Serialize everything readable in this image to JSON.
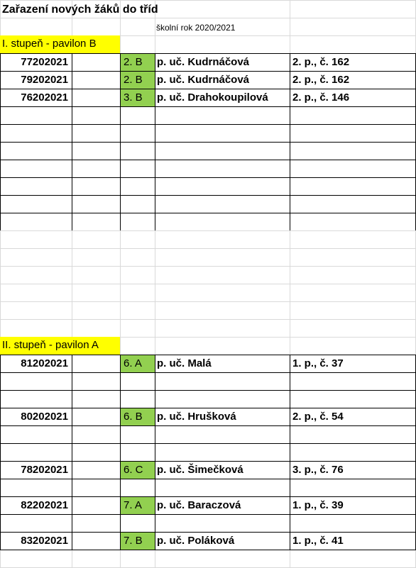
{
  "title": "Zařazení nových žáků do tříd",
  "subtitle": "školní rok 2020/2021",
  "sections": [
    {
      "label": "I. stupeň - pavilon B",
      "rows": [
        {
          "id": "77202021",
          "class": "2. B",
          "teacher": "p. uč. Kudrnáčová",
          "room": "2. p., č. 162"
        },
        {
          "id": "79202021",
          "class": "2. B",
          "teacher": "p. uč. Kudrnáčová",
          "room": "2. p., č. 162"
        },
        {
          "id": "76202021",
          "class": "3. B",
          "teacher": "p. uč. Drahokoupilová",
          "room": "2. p., č. 146"
        }
      ]
    },
    {
      "label": "II. stupeň - pavilon A",
      "rows": [
        {
          "id": "81202021",
          "class": "6. A",
          "teacher": "p. uč. Malá",
          "room": "1. p., č. 37"
        },
        {
          "id": "80202021",
          "class": "6. B",
          "teacher": "p. uč. Hrušková",
          "room": "2. p., č. 54"
        },
        {
          "id": "78202021",
          "class": "6. C",
          "teacher": "p. uč. Šimečková",
          "room": "3. p., č. 76"
        },
        {
          "id": "82202021",
          "class": "7. A",
          "teacher": "p. uč. Baraczová",
          "room": "1. p., č. 39"
        },
        {
          "id": "83202021",
          "class": "7. B",
          "teacher": "p. uč. Poláková",
          "room": "1. p., č. 41"
        }
      ]
    }
  ]
}
